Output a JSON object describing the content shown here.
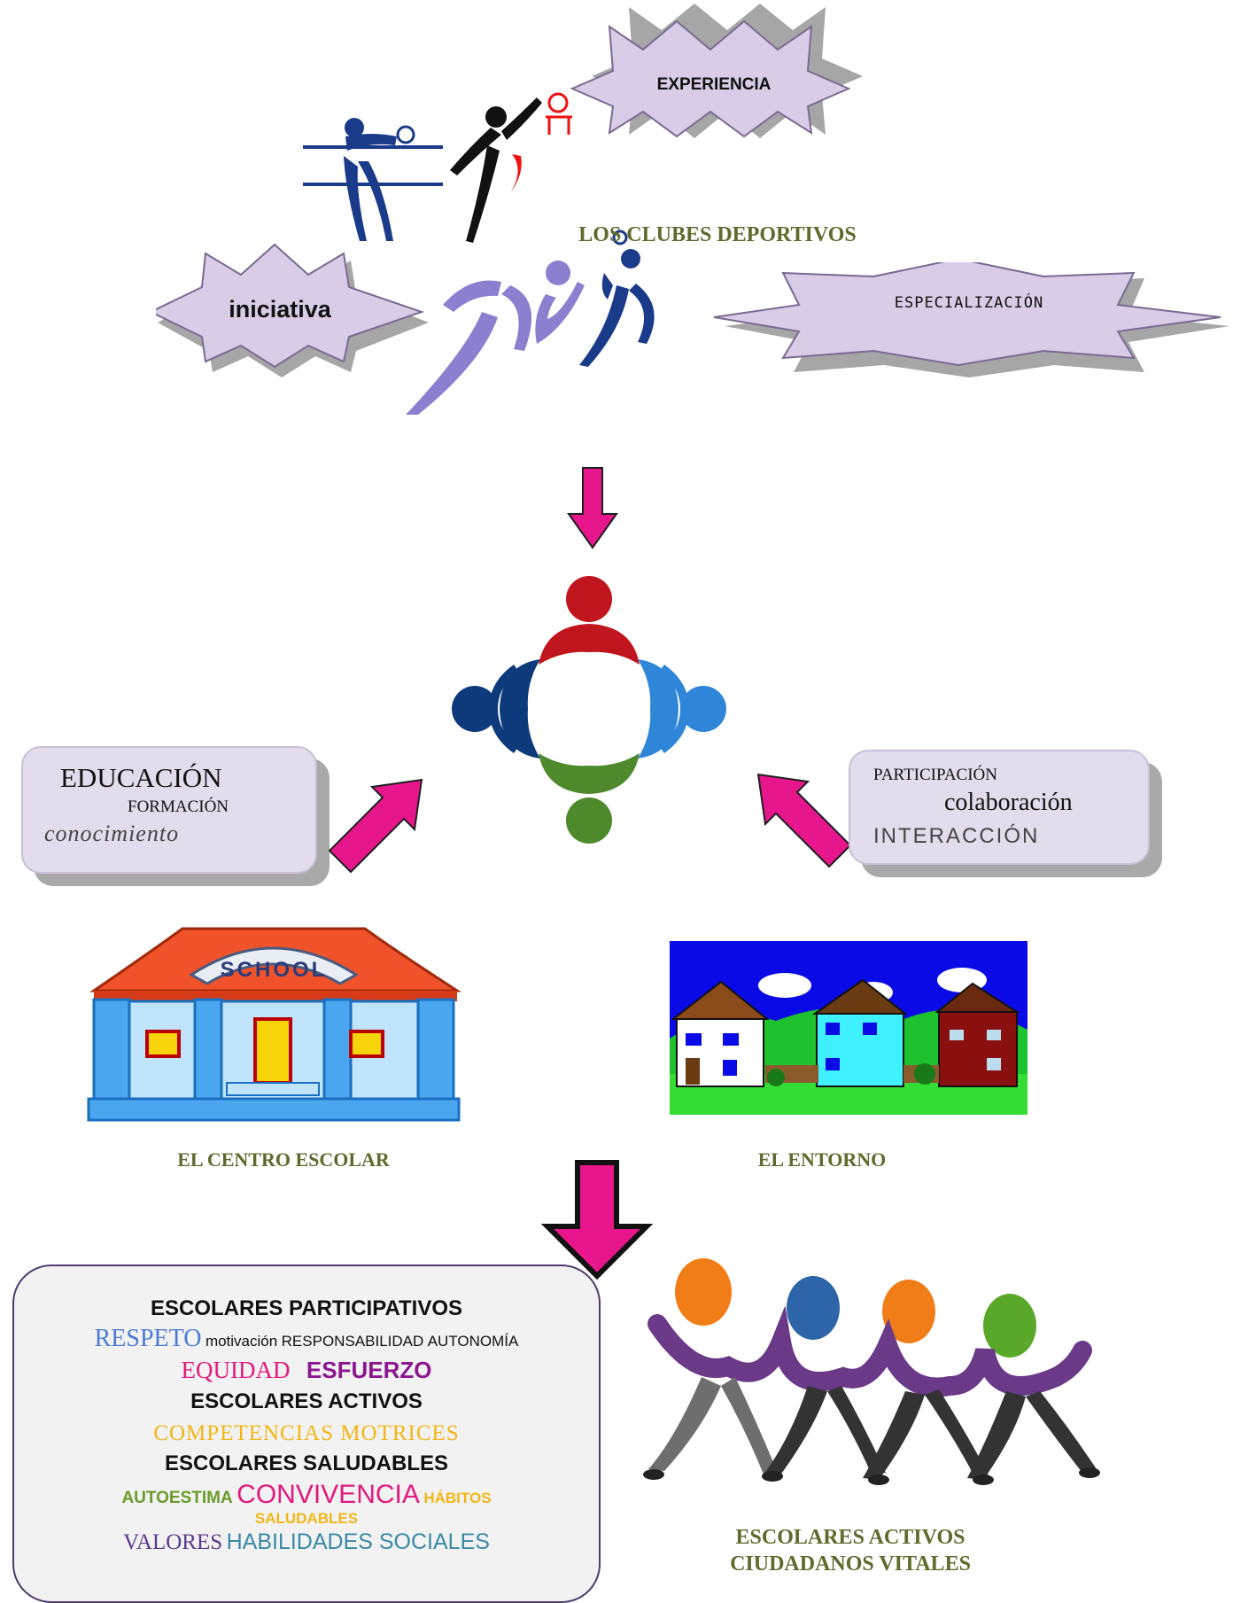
{
  "clubs": {
    "title": "LOS CLUBES DEPORTIVOS",
    "stars": {
      "experiencia": "EXPERIENCIA",
      "iniciativa": "iniciativa",
      "especializacion": "ESPECIALIZACIÓN"
    }
  },
  "education_box": {
    "line1": "EDUCACIÓN",
    "line2": "FORMACIÓN",
    "line3": "conocimiento"
  },
  "participation_box": {
    "line1": "PARTICIPACIÓN",
    "line2": "colaboración",
    "line3": "INTERACCIÓN"
  },
  "school": {
    "sign": "SCHOOL",
    "caption": "EL CENTRO ESCOLAR"
  },
  "environment": {
    "caption": "EL ENTORNO"
  },
  "summary": {
    "participativos": "ESCOLARES PARTICIPATIVOS",
    "respeto": "RESPETO",
    "motivacion": "motivación",
    "responsabilidad": "RESPONSABILIDAD",
    "autonomia": "AUTONOMÍA",
    "equidad": "EQUIDAD",
    "esfuerzo": "ESFUERZO",
    "activos": "ESCOLARES ACTIVOS",
    "competencias": "COMPETENCIAS MOTRICES",
    "saludables": "ESCOLARES SALUDABLES",
    "autoestima": "AUTOESTIMA",
    "convivencia": "CONVIVENCIA",
    "habitos": "HÁBITOS",
    "habitos_saludables": "SALUDABLES",
    "valores": "VALORES",
    "habilidades": "HABILIDADES SOCIALES"
  },
  "final": {
    "line1": "ESCOLARES ACTIVOS",
    "line2": "CIUDADANOS VITALES"
  },
  "colors": {
    "arrow_pink": "#e8168c",
    "title_green": "#5d6b2c",
    "star_fill": "#d8cce6",
    "star_shadow": "#a6a6a6"
  }
}
